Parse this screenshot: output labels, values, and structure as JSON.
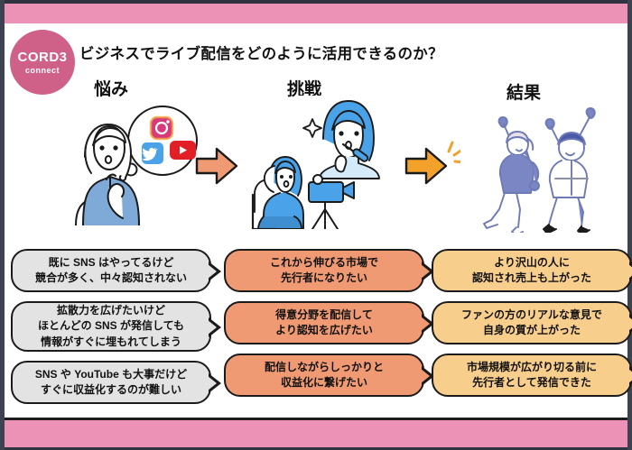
{
  "slide": {
    "title": "ビジネスでライブ配信をどのように活用できるのか？",
    "logo": {
      "main": "CORD3",
      "sub": "connect"
    },
    "colors": {
      "band_pink": "#eb92b6",
      "logo_pink": "#cf6189",
      "bubble_gray": "#e3e3e3",
      "bubble_salmon": "#ef9a72",
      "bubble_amber": "#f8ce8d",
      "arrow_salmon": "#ef9a72",
      "arrow_amber": "#f2a22a",
      "illustration_blue": "#5ba7dc",
      "illustration_periwinkle": "#7b87c4",
      "frame_dark": "#3c4250"
    },
    "columns": [
      {
        "heading": "悩み",
        "illustration": "woman-thinking-with-social-media-thought-bubble",
        "social_icons": [
          "instagram-icon",
          "twitter-icon",
          "youtube-icon"
        ],
        "bubbles": [
          {
            "lines": [
              "既に SNS はやってるけど",
              "競合が多く、中々認知されない"
            ]
          },
          {
            "lines": [
              "拡散力を広げたいけど",
              "ほとんどの SNS が発信しても",
              "情報がすぐに埋もれてしまう"
            ]
          },
          {
            "lines": [
              "SNS や YouTube も大事だけど",
              "すぐに収益化するのが難しい"
            ]
          }
        ]
      },
      {
        "heading": "挑戦",
        "illustration": "woman-livestreaming-with-camera-tripod-and-microphone",
        "bubbles": [
          {
            "lines": [
              "これから伸びる市場で",
              "先行者になりたい"
            ]
          },
          {
            "lines": [
              "得意分野を配信して",
              "より認知を広げたい"
            ]
          },
          {
            "lines": [
              "配信しながらしっかりと",
              "収益化に繋げたい"
            ]
          }
        ]
      },
      {
        "heading": "結果",
        "illustration": "two-people-jumping-celebrating",
        "bubbles": [
          {
            "lines": [
              "より沢山の人に",
              "認知され売上も上がった"
            ]
          },
          {
            "lines": [
              "ファンの方のリアルな意見で",
              "自身の質が上がった"
            ]
          },
          {
            "lines": [
              "市場規模が広がり切る前に",
              "先行者として発信できた"
            ]
          }
        ]
      }
    ],
    "arrows": [
      {
        "name": "arrow-worries-to-challenge",
        "style": "salmon"
      },
      {
        "name": "arrow-challenge-to-results",
        "style": "amber-sparkle"
      }
    ]
  }
}
